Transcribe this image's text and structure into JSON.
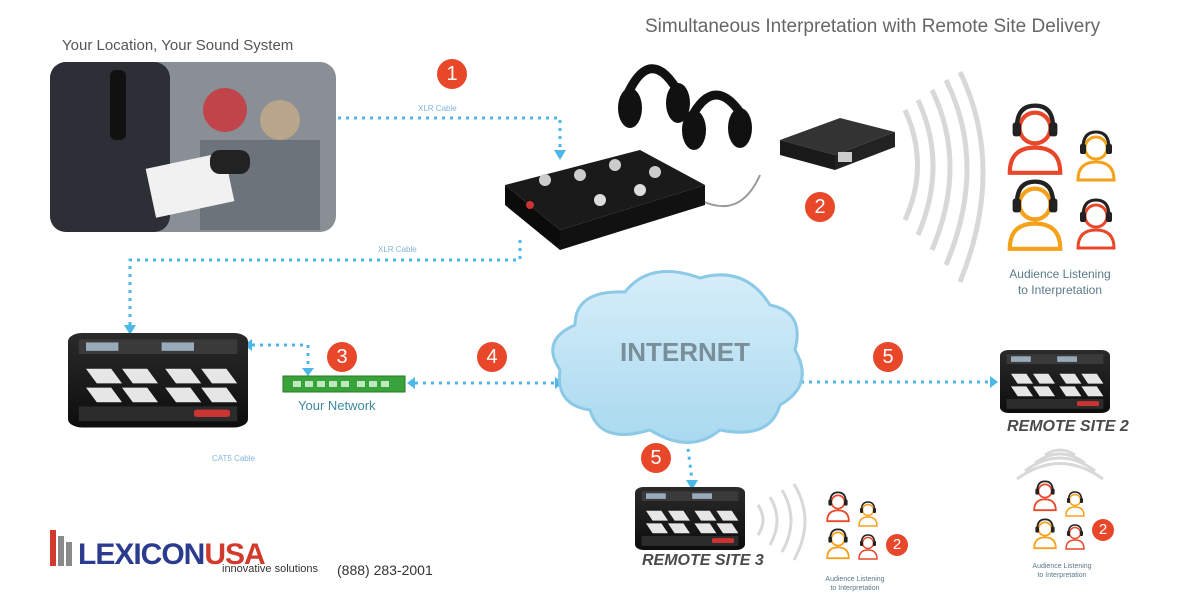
{
  "title": "Simultaneous Interpretation with Remote Site Delivery",
  "location_title": "Your Location, Your Sound System",
  "cables": {
    "xlr_top": "XLR Cable",
    "xlr_mid": "XLR Cable",
    "cat5": "CAT5 Cable"
  },
  "network_label": "Your Network",
  "internet_label": "INTERNET",
  "audience_main": [
    "Audience Listening",
    "to Interpretation"
  ],
  "audience_small_3": [
    "Audience Listening",
    "to Interpretation"
  ],
  "audience_small_2": [
    "Audience Listening",
    "to Interpretation"
  ],
  "remote_site_2": "REMOTE SITE 2",
  "remote_site_3": "REMOTE SITE 3",
  "steps": [
    "1",
    "2",
    "3",
    "4",
    "5",
    "5",
    "2",
    "2"
  ],
  "logo": {
    "lexicon": "LEXICON",
    "usa": "USA",
    "tagline": "innovative solutions"
  },
  "phone": "(888) 283-2001",
  "colors": {
    "step_badge": "#e8472a",
    "cable_dots": "#4db8e8",
    "cloud": "#bfe4f5",
    "network_switch": "#3aa23a",
    "listener_red": "#e8472a",
    "listener_orange": "#f5a11a",
    "logo_blue": "#2b3c8f",
    "logo_red": "#d23a2b"
  },
  "icons": [
    "speaker-photo",
    "headset-icon",
    "interpreter-console-icon",
    "transmitter-icon",
    "signal-waves-icon",
    "rack-unit-icon",
    "network-switch-icon",
    "cloud-icon",
    "listener-icon",
    "logo-bars-icon"
  ]
}
